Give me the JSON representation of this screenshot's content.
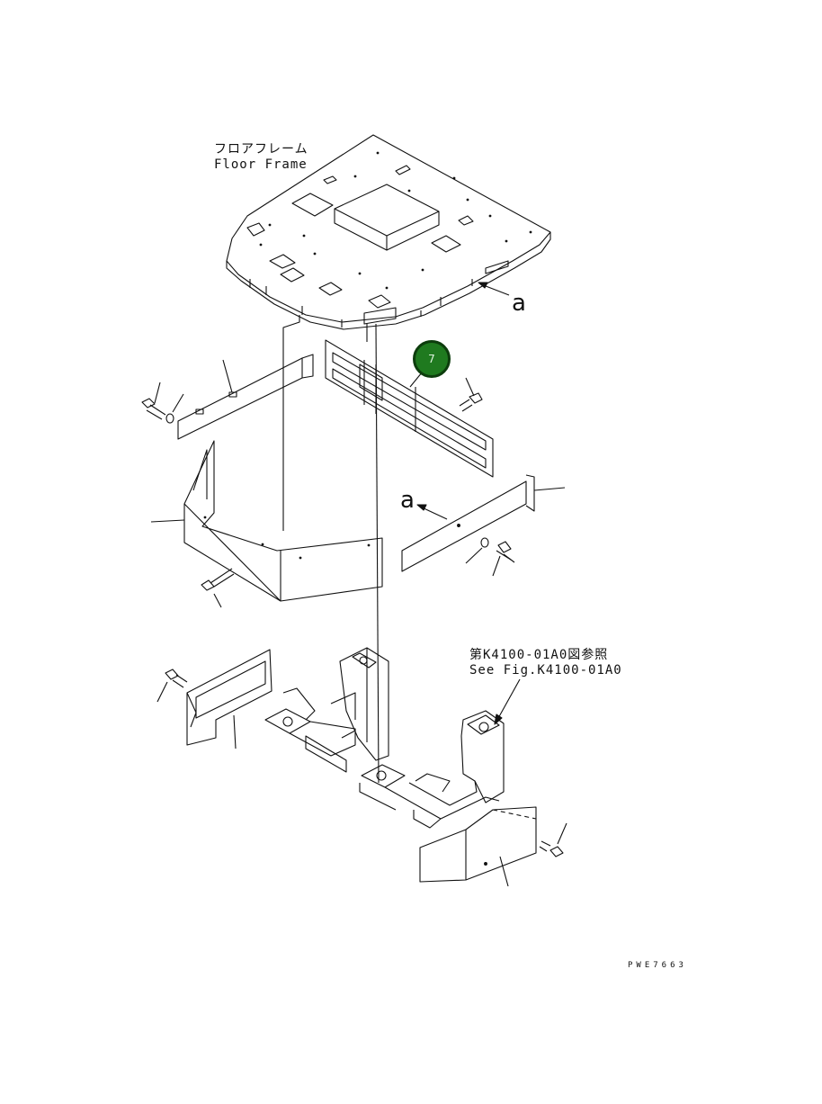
{
  "labels": {
    "floor_frame_jp": "フロアフレーム",
    "floor_frame_en": "Floor Frame",
    "see_fig_jp": "第K4100-01A0図参照",
    "see_fig_en": "See Fig.K4100-01A0",
    "arrow_a_upper": "a",
    "arrow_a_lower": "a",
    "drawing_code": "PWE7663"
  },
  "callouts": [
    {
      "number": "7",
      "color": "#1f7a1f"
    }
  ],
  "colors": {
    "line": "#111111",
    "callout_fill": "#1f7a1f"
  }
}
